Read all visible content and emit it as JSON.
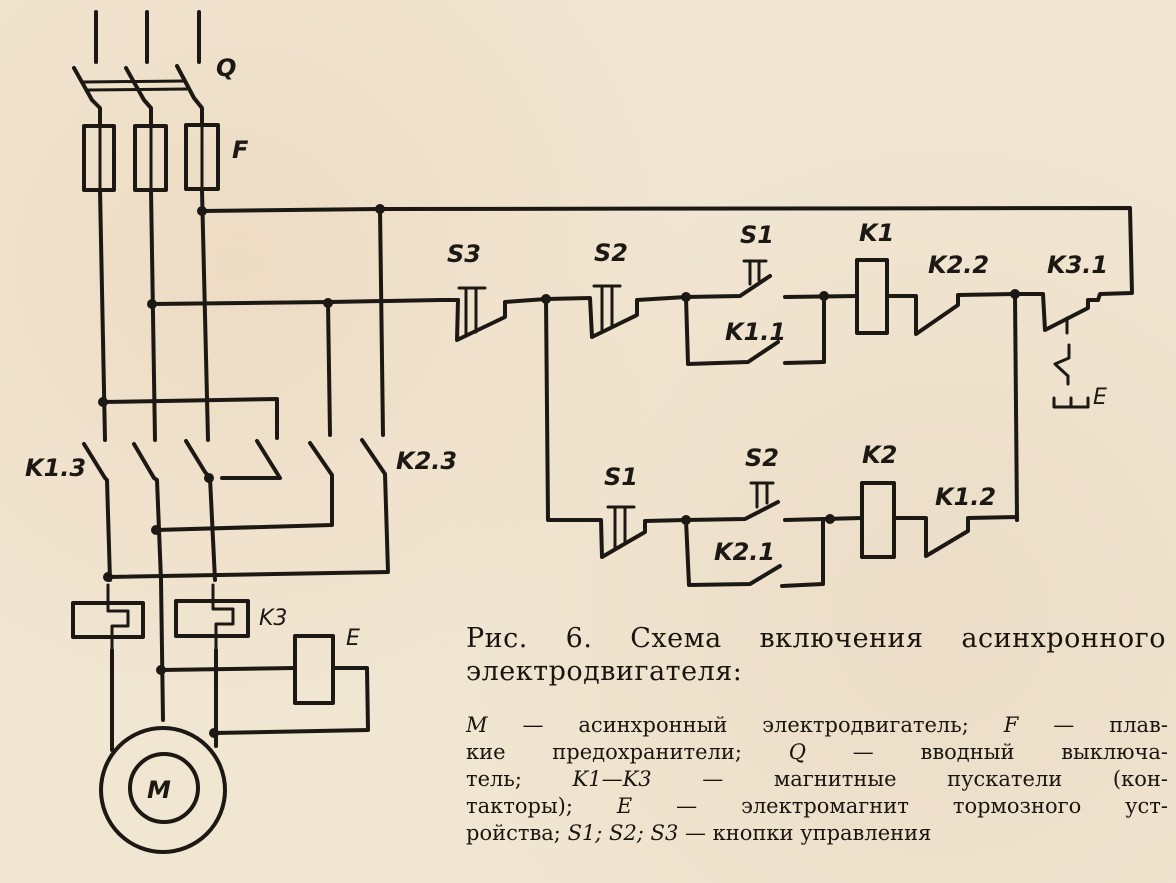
{
  "figure": {
    "caption_line1": "Рис. 6. Схема включения асинхронного",
    "caption_line2": "электродвигателя:",
    "legend_lines": [
      [
        "M",
        " — асинхронный электродвигатель; ",
        "F",
        " — плав-"
      ],
      [
        "",
        "кие предохранители; ",
        "Q",
        " — вводный выключа-"
      ],
      [
        "",
        "тель; ",
        "K1—K3",
        " — магнитные пускатели (кон-"
      ],
      [
        "",
        "такторы); ",
        "E",
        " — электромагнит тормозного уст-"
      ],
      [
        "",
        "ройства; ",
        "S1; S2; S3",
        " — кнопки управления"
      ]
    ]
  },
  "labels": {
    "Q": "Q",
    "F": "F",
    "K1_3": "K1.3",
    "K2_3": "K2.3",
    "K3": "K3",
    "E_coil": "E",
    "M": "M",
    "S3": "S3",
    "S2_top": "S2",
    "S1_top": "S1",
    "K1": "K1",
    "K1_1": "K1.1",
    "K2_2": "K2.2",
    "K3_1": "K3.1",
    "E_brake": "E",
    "S1_bottom": "S1",
    "S2_bottom": "S2",
    "K2": "K2",
    "K2_1": "K2.1",
    "K1_2": "K1.2"
  },
  "colors": {
    "ink": "#1c1813",
    "paper": "#f1e6d2"
  }
}
